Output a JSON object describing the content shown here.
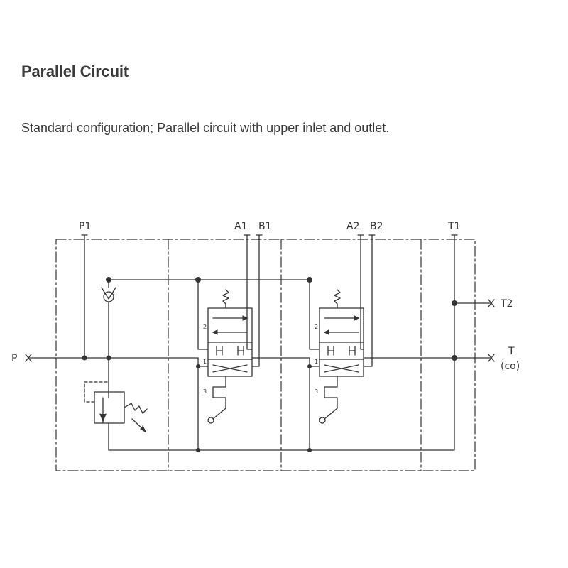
{
  "title": "Parallel Circuit",
  "subtitle": "Standard configuration; Parallel circuit with upper inlet and outlet.",
  "ports": {
    "p1": "P1",
    "a1": "A1",
    "b1": "B1",
    "a2": "A2",
    "b2": "B2",
    "t1": "T1",
    "p": "P",
    "t2": "T2",
    "t": "T",
    "t_note": "(co)"
  },
  "valve_positions": [
    "2",
    "1",
    "3"
  ],
  "colors": {
    "line": "#333333",
    "text": "#3a3a3a",
    "background": "#ffffff"
  }
}
